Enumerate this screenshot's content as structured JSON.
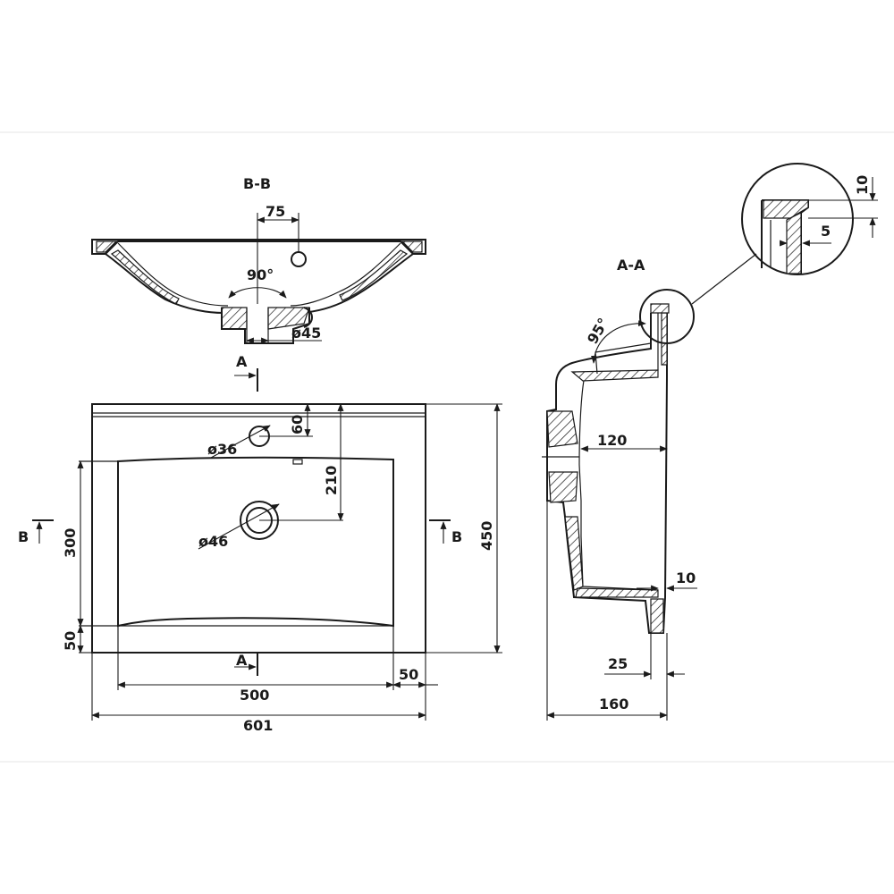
{
  "sections": {
    "bb_title": "B-B",
    "aa_title": "A-A",
    "a_marker": "A",
    "b_marker": "B"
  },
  "dimensions": {
    "bb_tap_offset": "75",
    "bb_angle": "90°",
    "bb_drain_dia": "ø45",
    "plan_tap_depth": "60",
    "plan_tap_dia": "ø36",
    "plan_drain_depth": "210",
    "plan_drain_dia": "ø46",
    "plan_bowl_depth": "300",
    "plan_front_rim": "50",
    "plan_total_depth": "450",
    "plan_bowl_width": "500",
    "plan_side_rim": "50",
    "plan_total_width": "601",
    "aa_angle": "95°",
    "aa_drain_depth": "120",
    "aa_wall": "10",
    "aa_edge": "25",
    "aa_height": "160",
    "detail_top": "10",
    "detail_side": "5"
  }
}
